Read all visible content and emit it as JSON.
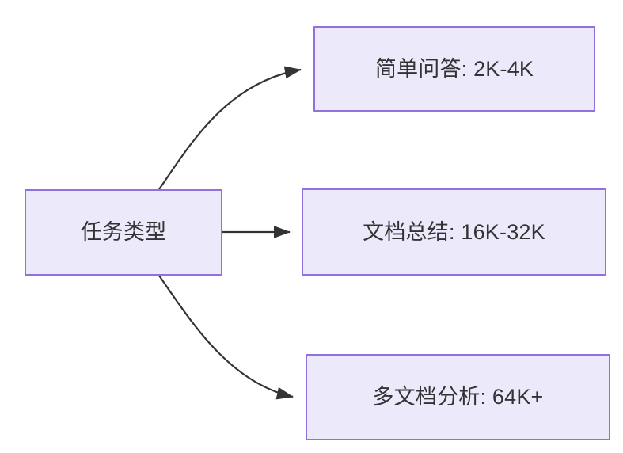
{
  "diagram": {
    "type": "flowchart",
    "direction": "left-to-right",
    "title": "任务类型",
    "background_color": "#ffffff",
    "node_fill_color": "#ece9fb",
    "node_border_color": "#9370db",
    "node_text_color": "#333333",
    "edge_color": "#333333",
    "nodes": [
      {
        "id": "source",
        "label": "任务类型"
      },
      {
        "id": "simple_qa",
        "label": "简单问答: 2K-4K"
      },
      {
        "id": "doc_summary",
        "label": "文档总结: 16K-32K"
      },
      {
        "id": "multi_doc",
        "label": "多文档分析: 64K+"
      }
    ],
    "edges": [
      {
        "from": "source",
        "to": "simple_qa",
        "label": "",
        "style": "curved-arrow"
      },
      {
        "from": "source",
        "to": "doc_summary",
        "label": "",
        "style": "straight-arrow"
      },
      {
        "from": "source",
        "to": "multi_doc",
        "label": "",
        "style": "curved-arrow"
      }
    ]
  }
}
